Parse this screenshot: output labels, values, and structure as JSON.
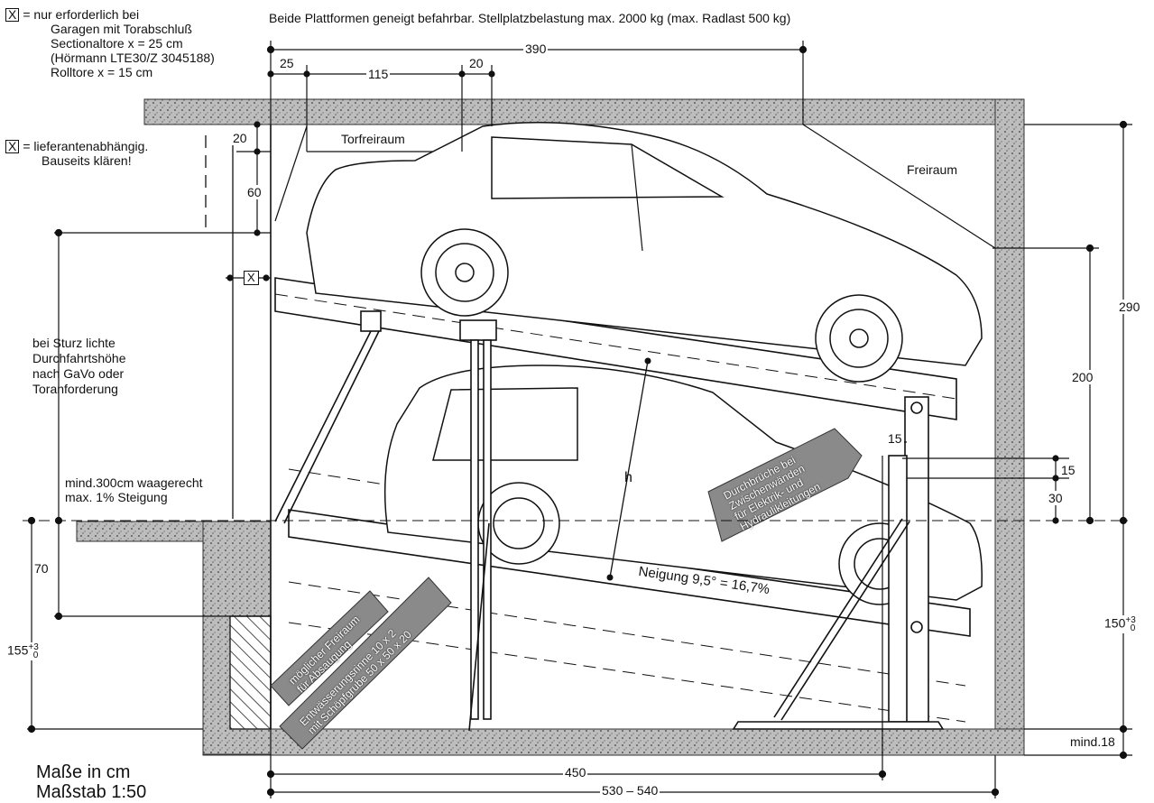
{
  "header": {
    "top_note": "Beide Plattformen geneigt befahrbar. Stellplatzbelastung max. 2000 kg (max. Radlast 500 kg)"
  },
  "legend": {
    "x_symbol": "X",
    "note1_lines": [
      "= nur erforderlich bei",
      "Garagen mit Torabschluß",
      "Sectionaltore x = 25 cm",
      "(Hörmann LTE30/Z 3045188)",
      "Rolltore x = 15 cm"
    ],
    "note2_lines": [
      "= lieferantenabhängig.",
      "Bauseits klären!"
    ]
  },
  "side_notes": {
    "sturz_lines": [
      "bei Sturz lichte",
      "Durchfahrtshöhe",
      "nach GaVo oder",
      "Toranforderung"
    ],
    "waagerecht_lines": [
      "mind.300cm waagerecht",
      "max. 1% Steigung"
    ]
  },
  "labels": {
    "torfreiraum": "Torfreiraum",
    "freiraum": "Freiraum",
    "h": "h",
    "neigung": "Neigung 9,5° = 16,7%",
    "durchbruch": [
      "Durchbrüche bei",
      "Zwischenwänden",
      "für Elektrik- und",
      "Hydraulikleitungen"
    ],
    "freiraum_abs": [
      "möglicher Freiraum",
      "für Absaugung"
    ],
    "entwaesserung": [
      "Entwässerungsrinne 10 x 2",
      "mit Schöpfgrube 50 x 50 x 20"
    ],
    "x_marker": "X"
  },
  "dimensions": {
    "d390": "390",
    "d25": "25",
    "d115": "115",
    "d20top": "20",
    "d20": "20",
    "d60": "60",
    "d290": "290",
    "d200": "200",
    "d15a": "15",
    "d15b": "15",
    "d30": "30",
    "d70": "70",
    "d155": "155",
    "d155_sup": "+3",
    "d155_sub": "0",
    "d150": "150",
    "d150_sup": "+3",
    "d150_sub": "0",
    "d450": "450",
    "d530": "530 – 540",
    "mind18": "mind.18"
  },
  "footer": {
    "masse": "Maße in cm",
    "massstab": "Maßstab 1:50"
  }
}
